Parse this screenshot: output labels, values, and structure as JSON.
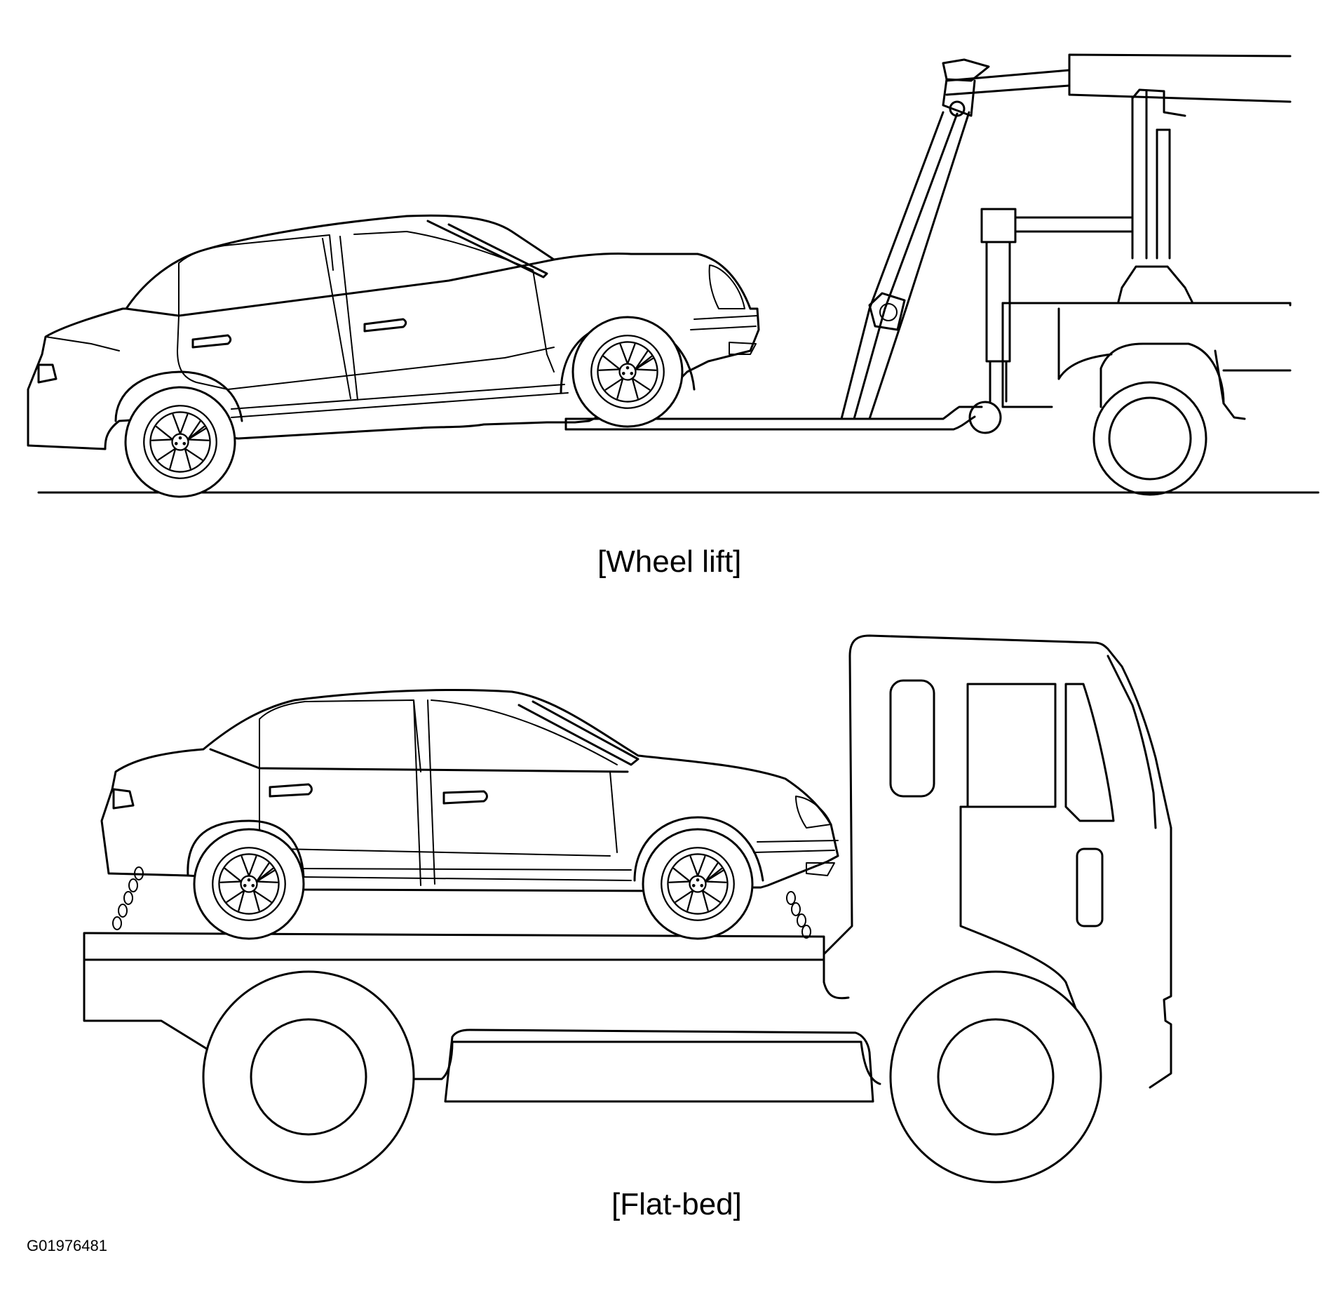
{
  "figure": {
    "wheel_lift_caption": "[Wheel lift]",
    "flat_bed_caption": "[Flat-bed]",
    "figure_code": "G01976481"
  }
}
